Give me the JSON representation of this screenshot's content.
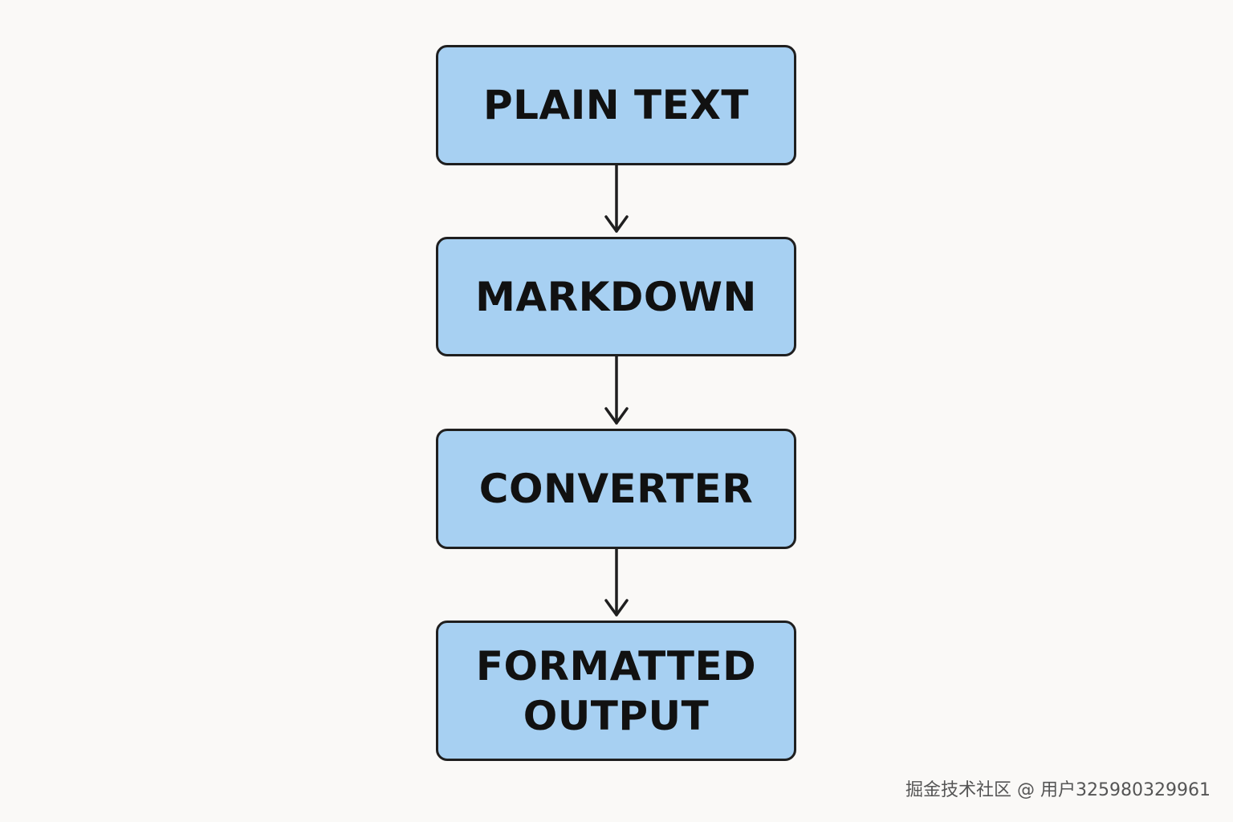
{
  "diagram": {
    "nodes": [
      {
        "label": "PLAIN TEXT"
      },
      {
        "label": "MARKDOWN"
      },
      {
        "label": "CONVERTER"
      },
      {
        "label": "FORMATTED\nOUTPUT"
      }
    ],
    "colors": {
      "node_fill": "#a7d0f2",
      "node_border": "#1f1f1f",
      "arrow": "#1f1f1f",
      "background": "#faf9f7"
    }
  },
  "watermark": "掘金技术社区 @ 用户325980329961"
}
